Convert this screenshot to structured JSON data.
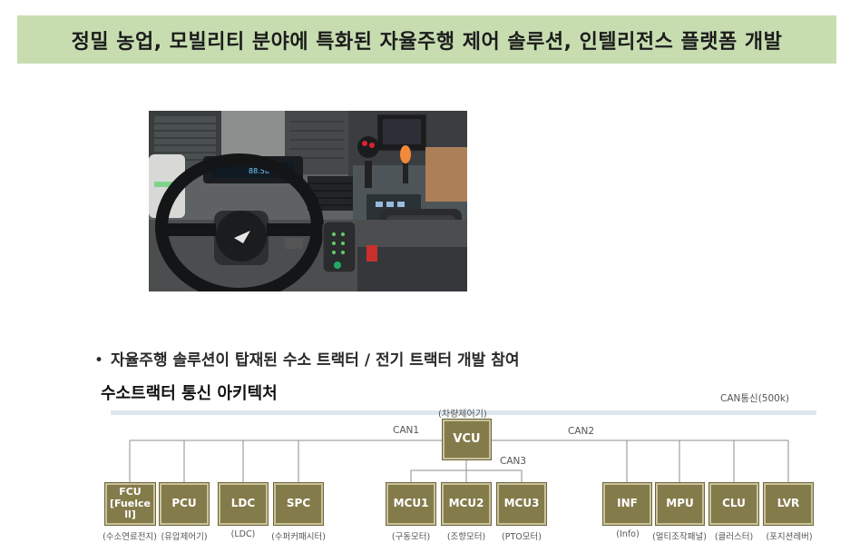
{
  "header": {
    "title": "정밀 농업, 모빌리티 분야에 특화된 자율주행 제어 솔루션, 인텔리전스 플랫폼 개발"
  },
  "bullet": {
    "marker": "•",
    "text": "자율주행 솔루션이 탑재된 수소 트랙터 / 전기 트랙터 개발 참여"
  },
  "architecture": {
    "title": "수소트랙터 통신 아키텍처",
    "can_speed_label": "CAN통신(500k)",
    "vcu": {
      "name": "VCU",
      "desc": "(차량제어기)"
    },
    "bus_labels": {
      "can1": "CAN1",
      "can2": "CAN2",
      "can3": "CAN3"
    },
    "left_group": [
      {
        "name": "FCU\n[Fuelce\nll]",
        "desc": "(수소연료전지)"
      },
      {
        "name": "PCU",
        "desc": "(유압제어기)"
      },
      {
        "name": "LDC",
        "desc": "(LDC)"
      },
      {
        "name": "SPC",
        "desc": "(수퍼커패시터)"
      }
    ],
    "middle_group": [
      {
        "name": "MCU1",
        "desc": "(구동모터)"
      },
      {
        "name": "MCU2",
        "desc": "(조향모터)"
      },
      {
        "name": "MCU3",
        "desc": "(PTO모터)"
      }
    ],
    "right_group": [
      {
        "name": "INF",
        "desc": "(Info)"
      },
      {
        "name": "MPU",
        "desc": "(멀티조작패널)"
      },
      {
        "name": "CLU",
        "desc": "(클러스터)"
      },
      {
        "name": "LVR",
        "desc": "(포지션레버)"
      }
    ]
  },
  "colors": {
    "banner_bg": "#c7ddb0",
    "node_fill": "#847b4b",
    "node_border": "#c9c39d",
    "can_bus_band": "#dde7ef",
    "connector_line": "#8e8e8e"
  },
  "photo": {
    "cluster_readout": "88.58"
  }
}
